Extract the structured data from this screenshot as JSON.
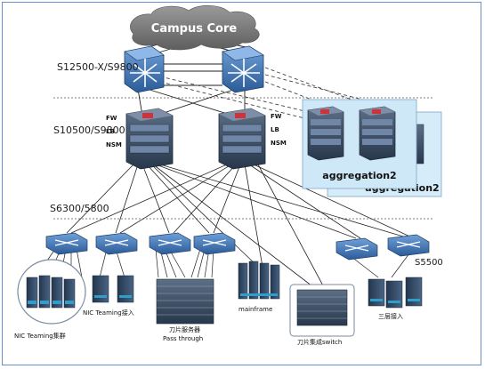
{
  "cloud": {
    "label": "Campus Core"
  },
  "tiers": {
    "core": "S12500-X/S9800",
    "aggregation": "S10500/S9800",
    "access": "S6300/5800"
  },
  "service_modules": {
    "fw": "FW",
    "lb": "LB",
    "nsm": "NSM"
  },
  "aggregation_box": {
    "front_title": "aggregation2",
    "back_title": "aggregation2"
  },
  "access_labels": {
    "nic_cluster": "NIC Teaming集群",
    "nic_access": "NIC Teaming接入",
    "blade_passthrough_line1": "刀片服务器",
    "blade_passthrough_line2": "Pass through",
    "mainframe": "mainframe",
    "blade_switch": "刀片集成switch",
    "l3_access": "三层接入",
    "s5500": "S5500"
  },
  "colors": {
    "cloud": "#7a7a7a",
    "switch_blue": "#2e5f99",
    "chassis_dark": "#3a4a5e",
    "agg_panel": "#cfe8f7",
    "dashed": "#444444",
    "link": "#222222"
  }
}
